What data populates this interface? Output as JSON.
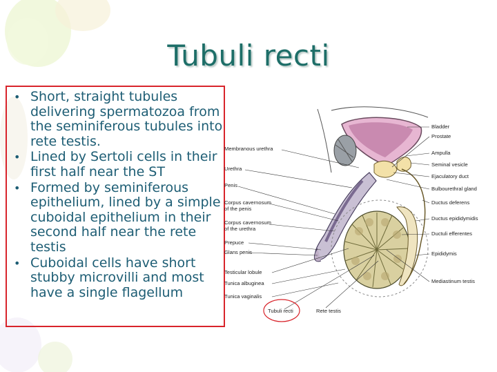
{
  "title": "Tubuli recti",
  "bullets": [
    "Short, straight tubules delivering spermatozoa from the seminiferous tubules into rete testis.",
    "Lined by Sertoli cells in their first half near the ST",
    "Formed by seminiferous epithelium, lined by a simple cuboidal epithelium in their second half near the rete testis",
    "Cuboidal cells have short stubby microvilli and most have a single flagellum"
  ],
  "diagram": {
    "labels_left": [
      "Membranous urethra",
      "Urethra",
      "Penis",
      "Corpus cavernosum",
      "of the penis",
      "Corpus cavernosum",
      "of the urethra",
      "Prepuce",
      "Glans penis",
      "Testicular lobule",
      "Tunica albuginea",
      "Tunica vaginalis"
    ],
    "labels_right": [
      "Bladder",
      "Prostate",
      "Ampulla",
      "Seminal vesicle",
      "Ejaculatory duct",
      "Bulbourethral gland",
      "Ductus deferens",
      "Ductus epididymidis",
      "Ductuli efferentes",
      "Epididymis",
      "Mediastinum testis"
    ],
    "labels_bottom": [
      "Tubuli recti",
      "Rete testis"
    ],
    "highlight_color": "#d8232a"
  },
  "theme": {
    "title_color": "#1d6e68",
    "text_color": "#1d5d74",
    "box_border": "#d8232a"
  }
}
